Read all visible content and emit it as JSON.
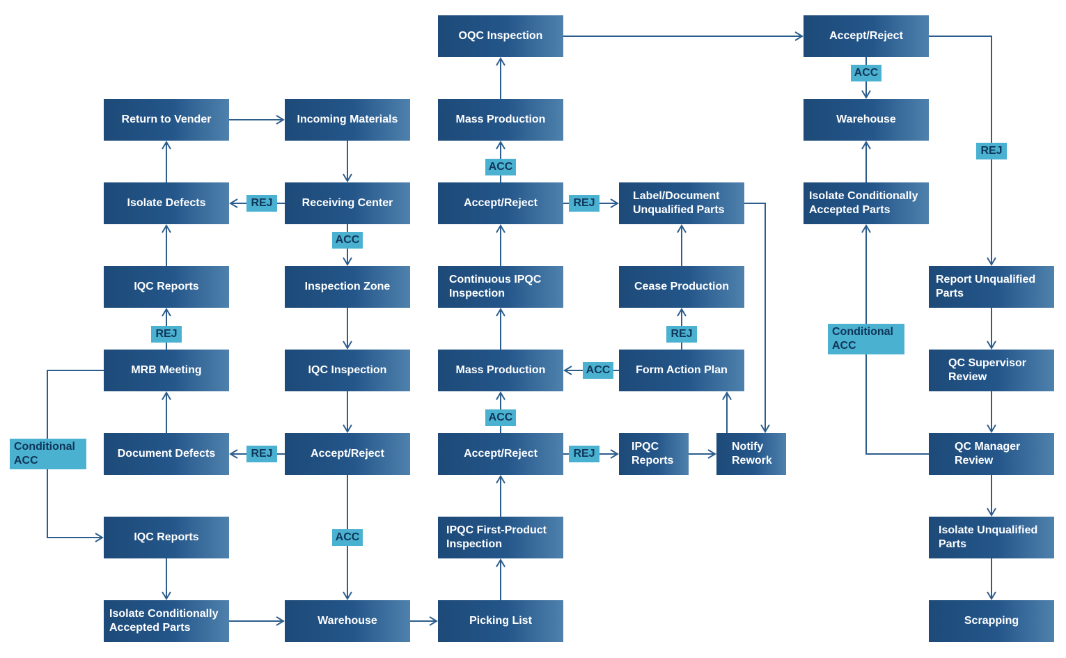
{
  "boxes": {
    "return_to_vender": "Return to Vender",
    "incoming_materials": "Incoming Materials",
    "isolate_defects": "Isolate Defects",
    "receiving_center": "Receiving Center",
    "iqc_reports_top": "IQC Reports",
    "inspection_zone": "Inspection Zone",
    "mrb_meeting": "MRB Meeting",
    "iqc_inspection": "IQC Inspection",
    "document_defects": "Document Defects",
    "accept_reject_iqc": "Accept/Reject",
    "iqc_reports_bottom": "IQC Reports",
    "isolate_cond_left": "Isolate Conditionally Accepted Parts",
    "warehouse_bottom": "Warehouse",
    "picking_list": "Picking List",
    "ipqc_first_product": "IPQC First-Product Inspection",
    "accept_reject_first": "Accept/Reject",
    "mass_production_mid": "Mass Production",
    "continuous_ipqc": "Continuous IPQC Inspection",
    "accept_reject_cont": "Accept/Reject",
    "mass_production_top": "Mass Production",
    "oqc_inspection": "OQC Inspection",
    "label_document": "Label/Document Unqualified Parts",
    "cease_production": "Cease Production",
    "form_action_plan": "Form Action Plan",
    "ipqc_reports": "IPQC Reports",
    "notify_rework": "Notify Rework",
    "accept_reject_oqc": "Accept/Reject",
    "warehouse_top": "Warehouse",
    "isolate_cond_right": "Isolate Conditionally Accepted Parts",
    "report_unqualified": "Report Unqualified Parts",
    "qc_supervisor": "QC Supervisor Review",
    "qc_manager": "QC Manager Review",
    "isolate_unqualified": "Isolate Unqualified Parts",
    "scrapping": "Scrapping"
  },
  "tags": {
    "rej": "REJ",
    "acc": "ACC",
    "conditional_acc": "Conditional ACC"
  },
  "colors": {
    "box_dark": "#1d4a78",
    "box_light": "#4f81ad",
    "tag": "#4bb1d1",
    "tag_text": "#0f3558",
    "line": "#2c5d8c"
  }
}
